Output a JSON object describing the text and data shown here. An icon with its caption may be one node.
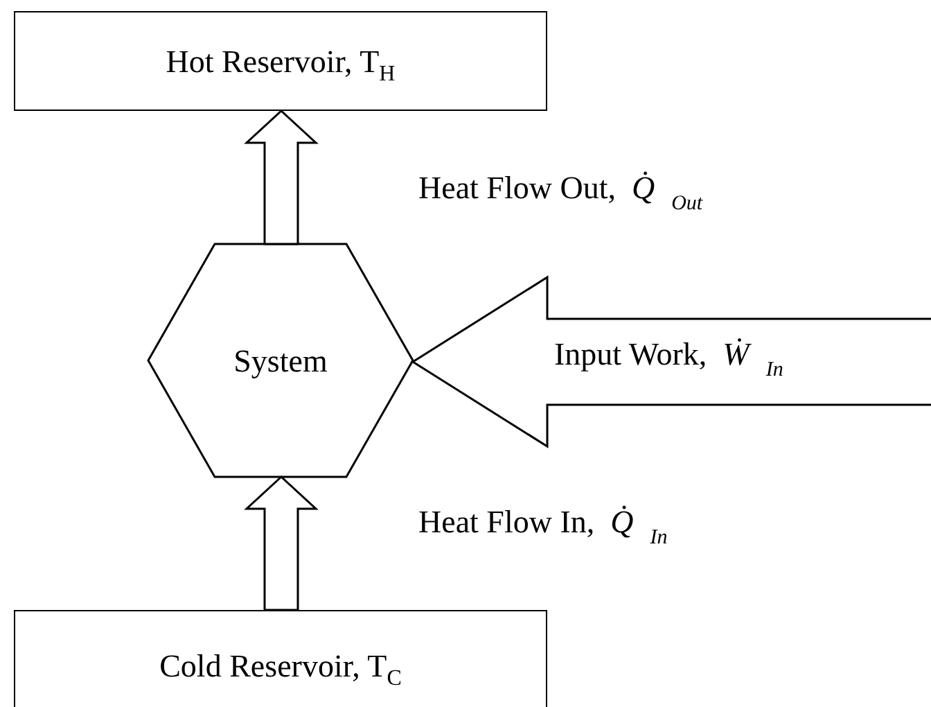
{
  "diagram": {
    "nodes": [
      {
        "text": [
          "Hot Reservoir, T$_{H}$"
        ]
      },
      {
        "text": [
          "System"
        ]
      },
      {
        "text": [
          "Cold Reservoir, T$_{C}$"
        ]
      }
    ],
    "edges": [
      {
        "from": 1,
        "to": 0,
        "arrow": "to",
        "label": "Heat Flow Out,  *Q̇*$_{Out}$"
      },
      {
        "from": 2,
        "to": 1,
        "arrow": "to",
        "label": "Heat Flow In,  *Q̇*$_{In}$"
      },
      {
        "from": null,
        "to": 1,
        "arrow": "to",
        "label": "Input Work,  *Ẇ*$_{In}$"
      }
    ]
  }
}
